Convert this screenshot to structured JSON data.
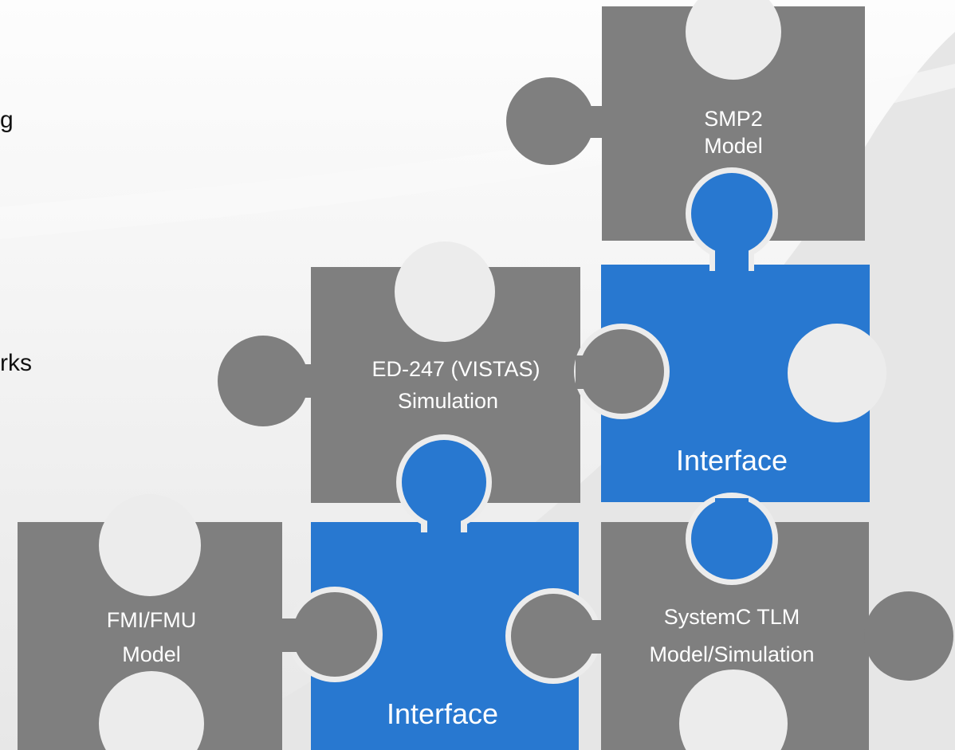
{
  "colors": {
    "background": "#f2f2f2",
    "swoosh": "#e6e6e6",
    "gray_piece": "#7f7f7f",
    "blue_piece": "#2878d0",
    "piece_outline": "#ececec",
    "piece_text": "#ffffff"
  },
  "left_text_fragments": [
    "g",
    "rks"
  ],
  "pieces": {
    "smp2": {
      "line1": "SMP2",
      "line2": "Model"
    },
    "ed247": {
      "line1": "ED-247 (VISTAS)",
      "line2": "Simulation"
    },
    "interface_upper": {
      "label": "Interface"
    },
    "fmi": {
      "line1": "FMI/FMU",
      "line2": "Model"
    },
    "interface_lower": {
      "label": "Interface"
    },
    "systemc": {
      "line1": "SystemC TLM",
      "line2": "Model/Simulation"
    }
  }
}
